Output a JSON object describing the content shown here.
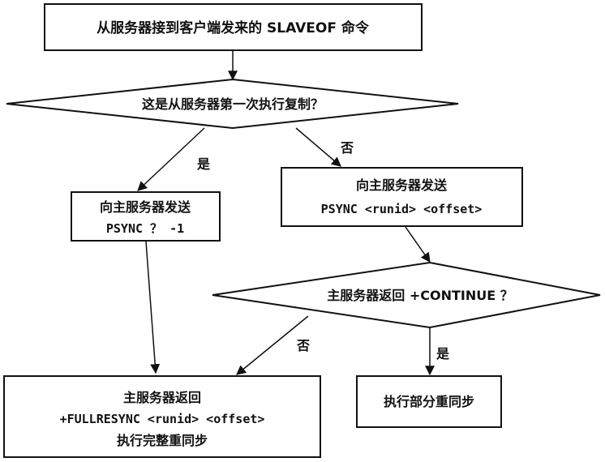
{
  "nodes": {
    "start": {
      "text": "从服务器接到客户端发来的 SLAVEOF 命令"
    },
    "decision_first": {
      "text": "这是从服务器第一次执行复制？"
    },
    "send_full": {
      "line1": "向主服务器发送",
      "line2": "PSYNC ？ -1"
    },
    "send_partial": {
      "line1": "向主服务器发送",
      "line2": "PSYNC <runid> <offset>"
    },
    "decision_continue": {
      "text": "主服务器返回 +CONTINUE ？"
    },
    "full_resync": {
      "line1": "主服务器返回",
      "line2": "+FULLRESYNC <runid> <offset>",
      "line3": "执行完整重同步"
    },
    "partial_resync": {
      "text": "执行部分重同步"
    }
  },
  "edges": {
    "yes_label": "是",
    "no_label": "否",
    "yes_label_2": "是",
    "no_label_2": "否"
  },
  "colors": {
    "stroke": "#111111",
    "fill": "#ffffff",
    "text": "#111111"
  }
}
